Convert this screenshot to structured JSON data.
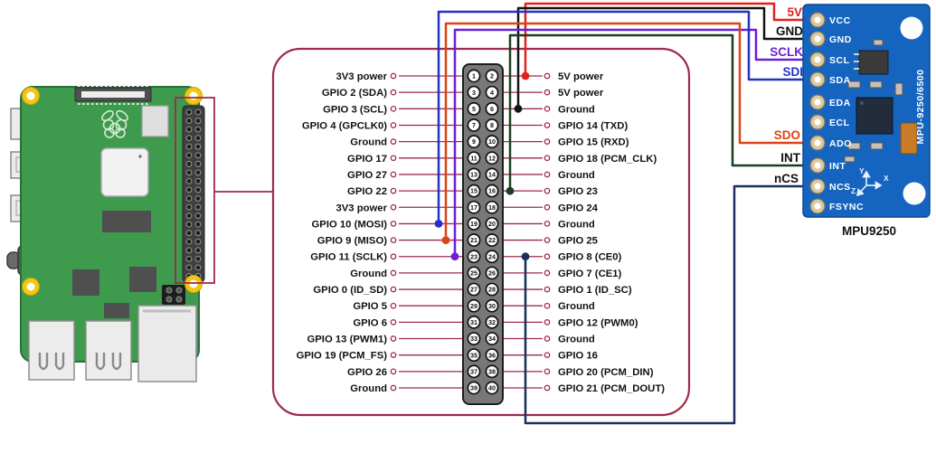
{
  "pinout": {
    "rows": [
      {
        "left": {
          "pin": "1",
          "label": "3V3 power"
        },
        "right": {
          "pin": "2",
          "label": "5V power"
        }
      },
      {
        "left": {
          "pin": "3",
          "label": "GPIO 2 (SDA)"
        },
        "right": {
          "pin": "4",
          "label": "5V power"
        }
      },
      {
        "left": {
          "pin": "5",
          "label": "GPIO 3 (SCL)"
        },
        "right": {
          "pin": "6",
          "label": "Ground"
        }
      },
      {
        "left": {
          "pin": "7",
          "label": "GPIO 4 (GPCLK0)"
        },
        "right": {
          "pin": "8",
          "label": "GPIO 14 (TXD)"
        }
      },
      {
        "left": {
          "pin": "9",
          "label": "Ground"
        },
        "right": {
          "pin": "10",
          "label": "GPIO 15 (RXD)"
        }
      },
      {
        "left": {
          "pin": "11",
          "label": "GPIO 17"
        },
        "right": {
          "pin": "12",
          "label": "GPIO 18 (PCM_CLK)"
        }
      },
      {
        "left": {
          "pin": "13",
          "label": "GPIO 27"
        },
        "right": {
          "pin": "14",
          "label": "Ground"
        }
      },
      {
        "left": {
          "pin": "15",
          "label": "GPIO 22"
        },
        "right": {
          "pin": "16",
          "label": "GPIO 23"
        }
      },
      {
        "left": {
          "pin": "17",
          "label": "3V3 power"
        },
        "right": {
          "pin": "18",
          "label": "GPIO 24"
        }
      },
      {
        "left": {
          "pin": "19",
          "label": "GPIO 10 (MOSI)"
        },
        "right": {
          "pin": "20",
          "label": "Ground"
        }
      },
      {
        "left": {
          "pin": "21",
          "label": "GPIO 9 (MISO)"
        },
        "right": {
          "pin": "22",
          "label": "GPIO 25"
        }
      },
      {
        "left": {
          "pin": "23",
          "label": "GPIO 11 (SCLK)"
        },
        "right": {
          "pin": "24",
          "label": "GPIO 8 (CE0)"
        }
      },
      {
        "left": {
          "pin": "25",
          "label": "Ground"
        },
        "right": {
          "pin": "26",
          "label": "GPIO 7 (CE1)"
        }
      },
      {
        "left": {
          "pin": "27",
          "label": "GPIO 0 (ID_SD)"
        },
        "right": {
          "pin": "28",
          "label": "GPIO 1 (ID_SC)"
        }
      },
      {
        "left": {
          "pin": "29",
          "label": "GPIO 5"
        },
        "right": {
          "pin": "30",
          "label": "Ground"
        }
      },
      {
        "left": {
          "pin": "31",
          "label": "GPIO 6"
        },
        "right": {
          "pin": "32",
          "label": "GPIO 12 (PWM0)"
        }
      },
      {
        "left": {
          "pin": "33",
          "label": "GPIO 13 (PWM1)"
        },
        "right": {
          "pin": "34",
          "label": "Ground"
        }
      },
      {
        "left": {
          "pin": "35",
          "label": "GPIO 19 (PCM_FS)"
        },
        "right": {
          "pin": "36",
          "label": "GPIO 16"
        }
      },
      {
        "left": {
          "pin": "37",
          "label": "GPIO 26"
        },
        "right": {
          "pin": "38",
          "label": "GPIO 20 (PCM_DIN)"
        }
      },
      {
        "left": {
          "pin": "39",
          "label": "Ground"
        },
        "right": {
          "pin": "40",
          "label": "GPIO 21 (PCM_DOUT)"
        }
      }
    ]
  },
  "wires": [
    {
      "id": "5V",
      "label": "5V",
      "color": "#e3201b",
      "label_color": "#e3201b",
      "from": "Pin 2 (5V power)",
      "to": "VCC"
    },
    {
      "id": "GND",
      "label": "GND",
      "color": "#141414",
      "label_color": "#111111",
      "from": "Pin 6 (Ground)",
      "to": "GND"
    },
    {
      "id": "SCLK",
      "label": "SCLK",
      "color": "#6d1fd6",
      "label_color": "#6d1fd6",
      "from": "Pin 23 (GPIO 11 SCLK)",
      "to": "SCL"
    },
    {
      "id": "SDI",
      "label": "SDI",
      "color": "#2430c8",
      "label_color": "#2430c8",
      "from": "Pin 19 (GPIO 10 MOSI)",
      "to": "SDA"
    },
    {
      "id": "SDO",
      "label": "SDO",
      "color": "#dd4414",
      "label_color": "#dd4414",
      "from": "Pin 21 (GPIO 9 MISO)",
      "to": "ADO"
    },
    {
      "id": "INT",
      "label": "INT",
      "color": "#1d3d20",
      "label_color": "#111111",
      "from": "Pin 16 (GPIO 23)",
      "to": "INT"
    },
    {
      "id": "nCS",
      "label": "nCS",
      "color": "#1b2f5e",
      "label_color": "#111111",
      "from": "Pin 24 (GPIO 8 CE0)",
      "to": "NCS"
    }
  ],
  "sensor": {
    "caption": "MPU9250",
    "pins": [
      "VCC",
      "GND",
      "SCL",
      "SDA",
      "EDA",
      "ECL",
      "ADO",
      "INT",
      "NCS",
      "FSYNC"
    ],
    "silkscreen": "MPU-9250/6500",
    "axes": [
      "Y",
      "X",
      "Z"
    ]
  },
  "colors": {
    "outline_crimson": "#9e2b47",
    "pi_green": "#3e9a4d",
    "mpu_blue": "#1565c0",
    "header_gray": "#787878"
  }
}
